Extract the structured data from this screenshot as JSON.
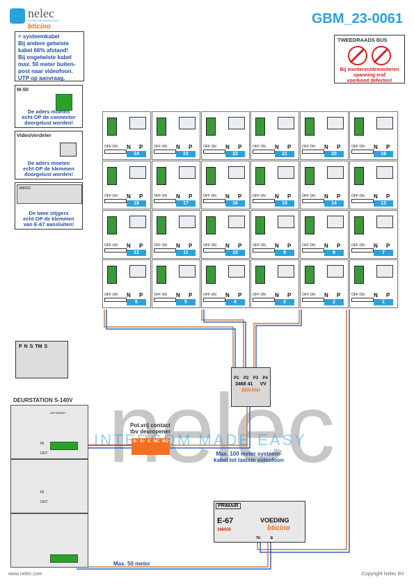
{
  "brand": {
    "name": "nelec",
    "tagline": "INTERCOM MADE EASY",
    "partner": "bticino"
  },
  "doc_id": "GBM_23-0061",
  "notes": {
    "systeemkabel": {
      "title": "= systeemkabel",
      "lines": [
        "Bij andere getwiste",
        "kabel 66% afstand!",
        "Bij ongetwiste kabel",
        "max. 50 meter buiten-",
        "post naar videofoon.",
        "UTP op aanvraag."
      ]
    },
    "tweedraads": {
      "title": "TWEEDRAADS BUS",
      "lines": [
        "Bij monteren/demonteren",
        "spanning eraf",
        "voorkomt defecten!"
      ]
    },
    "m50": {
      "title": "M-50",
      "caption": [
        "De aders moeten",
        "echt OP de connector",
        "doorgelust worden!"
      ]
    },
    "videoverdeler": {
      "title": "VideoVerdeler",
      "caption": [
        "De aders moeten",
        "echt OP de klemmen",
        "doorgelust worden!"
      ]
    },
    "e67note": {
      "module_label": "346050",
      "caption": [
        "De twee stijgers",
        "echt OP de klemmen",
        "van E-67 aansluiten!"
      ]
    }
  },
  "monitor_grid": {
    "n_label": "N",
    "p_label": "P",
    "off_on": "OFF ON",
    "rows": [
      [
        "24",
        "23",
        "22",
        "21",
        "20",
        "19"
      ],
      [
        "18",
        "17",
        "16",
        "15",
        "14",
        "13"
      ],
      [
        "12",
        "11",
        "10",
        "9",
        "8",
        "7"
      ],
      [
        "6",
        "5",
        "4",
        "3",
        "2",
        "1"
      ]
    ]
  },
  "deurstation": {
    "title": "DEURSTATION S-140V",
    "terminals": [
      "P",
      "N",
      "S",
      "TM",
      "S"
    ],
    "in_label": "IN",
    "out_label": "OUT",
    "module_code": "ARTI3B4NH"
  },
  "potvrij": {
    "title": [
      "Pot.vrij contact",
      "tbv deuropener"
    ],
    "terminals": [
      "S-",
      "S+",
      "C",
      "NC",
      "NO"
    ]
  },
  "verdeler": {
    "ports": [
      "P1",
      "P2",
      "P3",
      "P4"
    ],
    "code": "3468 41",
    "vv": "VV",
    "brand": "bticino"
  },
  "voeding": {
    "primair": "PRIMAIR",
    "model": "E-67",
    "title": "VOEDING",
    "brand": "bticino",
    "code": "346050",
    "terminals": [
      "TK",
      "B"
    ]
  },
  "labels": {
    "max100": [
      "Max. 100 meter systeem-",
      "kabel tot laatste videofoon"
    ],
    "max50": "Max. 50 meter"
  },
  "footer": {
    "left": "www.nelec.com",
    "right": "Copyright Nelec BV"
  },
  "colors": {
    "accent": "#2aa2dc",
    "note_text": "#1f4fa0",
    "warning": "#d62020",
    "orange": "#f37021"
  }
}
